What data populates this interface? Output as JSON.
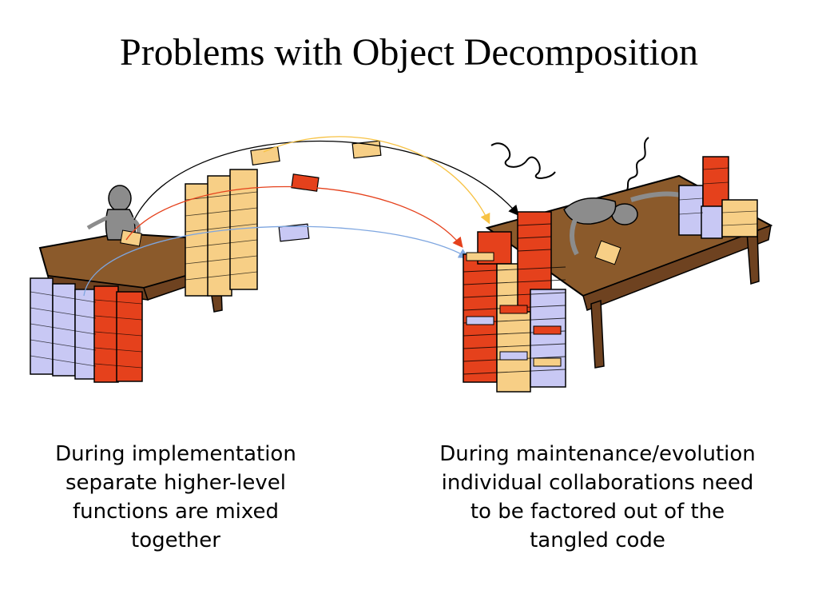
{
  "slide": {
    "title": "Problems with Object Decomposition"
  },
  "captions": {
    "left": {
      "lines": [
        "During implementation",
        "separate higher-level",
        "functions are mixed",
        "together"
      ]
    },
    "right": {
      "lines": [
        "During maintenance/evolution",
        "individual collaborations need",
        "to be factored out of the",
        "tangled code"
      ]
    }
  },
  "colors": {
    "desk": "#8b5a2b",
    "paper_yellow": "#f7cf86",
    "paper_red": "#e5411c",
    "paper_blue": "#c8c8f4",
    "person": "#8c8c8c",
    "arc_black": "#000000",
    "arc_yellow": "#f7c244",
    "arc_red": "#e5411c",
    "arc_blue": "#7ea6e0"
  }
}
